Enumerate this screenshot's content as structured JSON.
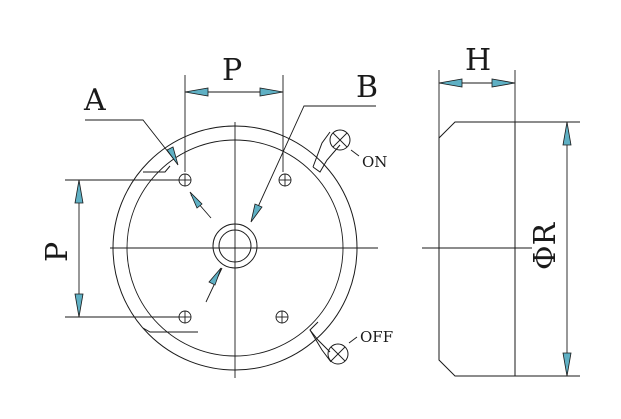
{
  "labels": {
    "p_top": "P",
    "p_left": "P",
    "a": "A",
    "b": "B",
    "on": "ON",
    "off": "OFF",
    "h": "H",
    "phi_r": "ΦR"
  },
  "colors": {
    "arrow_fill": "#5fb0c4",
    "line": "#1a1a1a",
    "background": "#ffffff"
  }
}
